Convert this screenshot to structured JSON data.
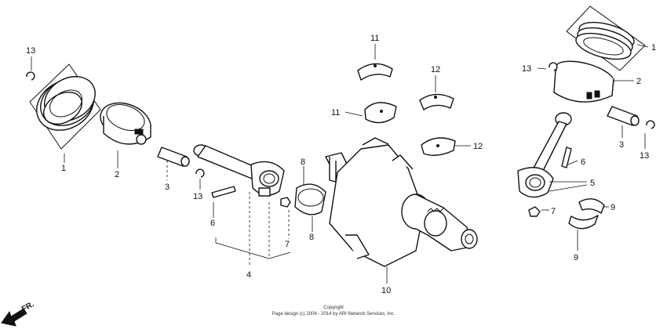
{
  "callouts": {
    "c1_left": "1",
    "c2_left": "2",
    "c3_left": "3",
    "c4": "4",
    "c6_left": "6",
    "c7_left": "7",
    "c8_top": "8",
    "c8_bottom": "8",
    "c10": "10",
    "c11_top": "11",
    "c11_mid": "11",
    "c12_top": "12",
    "c12_mid": "12",
    "c13_left": "13",
    "c13_mid": "13",
    "c1_right": "1",
    "c13_right_top": "13",
    "c2_right": "2",
    "c3_right": "3",
    "c13_right": "13",
    "c6_right": "6",
    "c5": "5",
    "c7_right": "7",
    "c9_top": "9",
    "c9_bottom": "9"
  },
  "footer": {
    "line1": "Copyright",
    "line2": "Page design (c) 2004 - 2014 by ARI Network Services, Inc."
  },
  "direction": {
    "label": "FR."
  }
}
